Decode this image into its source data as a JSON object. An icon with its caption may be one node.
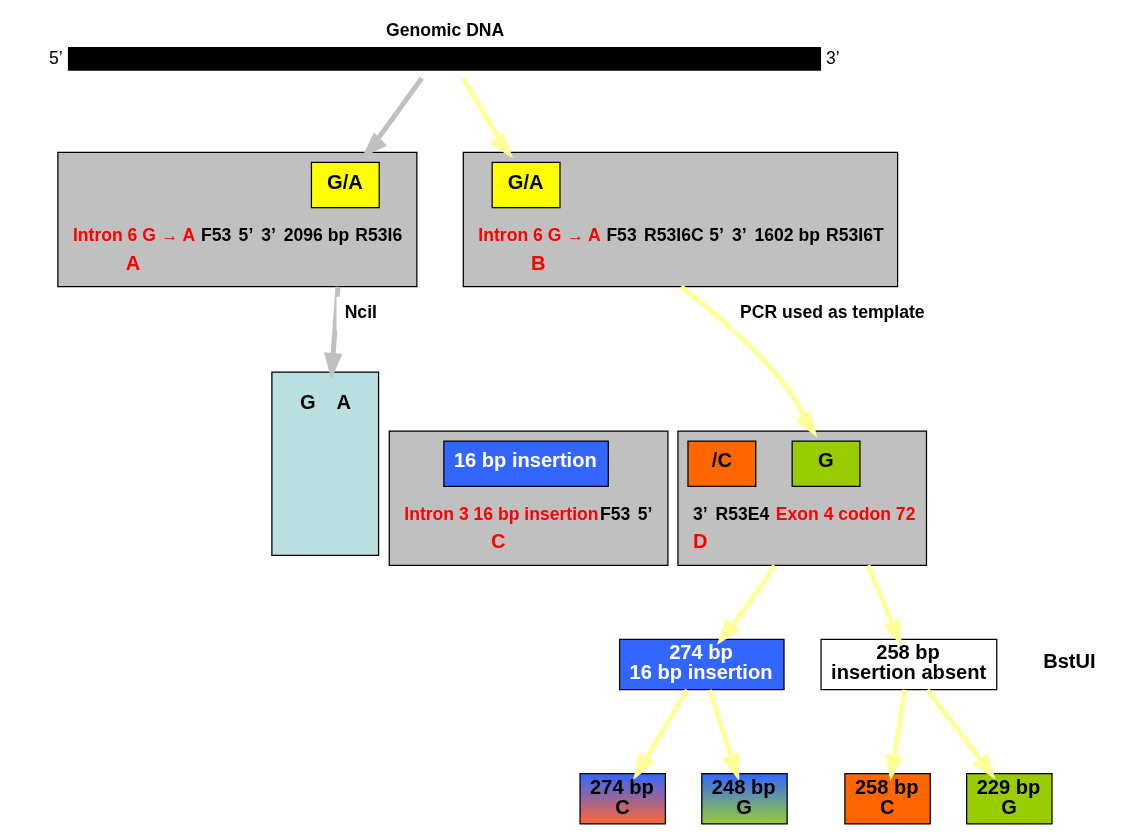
{
  "diagram": {
    "nodes": [
      {
        "text": [
          "Genomic DNA"
        ],
        "beside": [
          "5’",
          "3’"
        ]
      },
      {
        "text": [
          "A"
        ],
        "beside": [
          "Intron 6 G → A",
          "F53",
          "5’",
          "3’",
          "2096 bp",
          "R53I6"
        ]
      },
      {
        "text": [
          "G/A"
        ],
        "in": 1
      },
      {
        "text": [
          "G",
          "A"
        ]
      },
      {
        "text": [
          "B"
        ],
        "beside": [
          "Intron 6 G → A",
          "F53",
          "R53I6C",
          "5’",
          "3’",
          "1602 bp",
          "R53I6T"
        ]
      },
      {
        "text": [
          "G/A"
        ],
        "in": 4
      },
      {
        "text": [
          "C"
        ],
        "beside": [
          "Intron 3 16 bp insertion",
          "F53",
          "5’"
        ]
      },
      {
        "text": [
          "16 bp insertion"
        ],
        "in": 6
      },
      {
        "text": [
          "D"
        ],
        "beside": [
          "3’",
          "R53E4",
          "Exon 4 codon 72"
        ]
      },
      {
        "text": [
          "G"
        ],
        "in": 8
      },
      {
        "text": [
          "/C"
        ],
        "in": 8
      },
      {
        "text": [
          "274 bp",
          "16 bp insertion"
        ]
      },
      {
        "text": [
          "258 bp",
          "insertion absent"
        ]
      },
      {
        "text": [
          "274 bp",
          "C"
        ]
      },
      {
        "text": [
          "248 bp",
          "G"
        ]
      },
      {
        "text": [
          "258 bp",
          "C"
        ]
      },
      {
        "text": [
          "229 bp",
          "G"
        ]
      }
    ],
    "edges": [
      {
        "from": 0,
        "to": 1,
        "arrow": "to",
        "color": "#c0c0c0"
      },
      {
        "from": 0,
        "to": 4,
        "arrow": "to"
      },
      {
        "from": 1,
        "to": 3,
        "arrow": "to",
        "label": "NciI",
        "color": "#c0c0c0"
      },
      {
        "from": 4,
        "to": 8,
        "arrow": "to",
        "label": "PCR used as template"
      },
      {
        "from": 8,
        "to": 11,
        "arrow": "to"
      },
      {
        "from": 8,
        "to": 12,
        "arrow": "to"
      },
      {
        "from": 11,
        "to": 13,
        "arrow": "to"
      },
      {
        "from": 11,
        "to": 14,
        "arrow": "to"
      },
      {
        "from": 12,
        "to": 15,
        "arrow": "to"
      },
      {
        "from": 12,
        "to": 16,
        "arrow": "to"
      }
    ],
    "labels": [
      "BstUI"
    ]
  }
}
